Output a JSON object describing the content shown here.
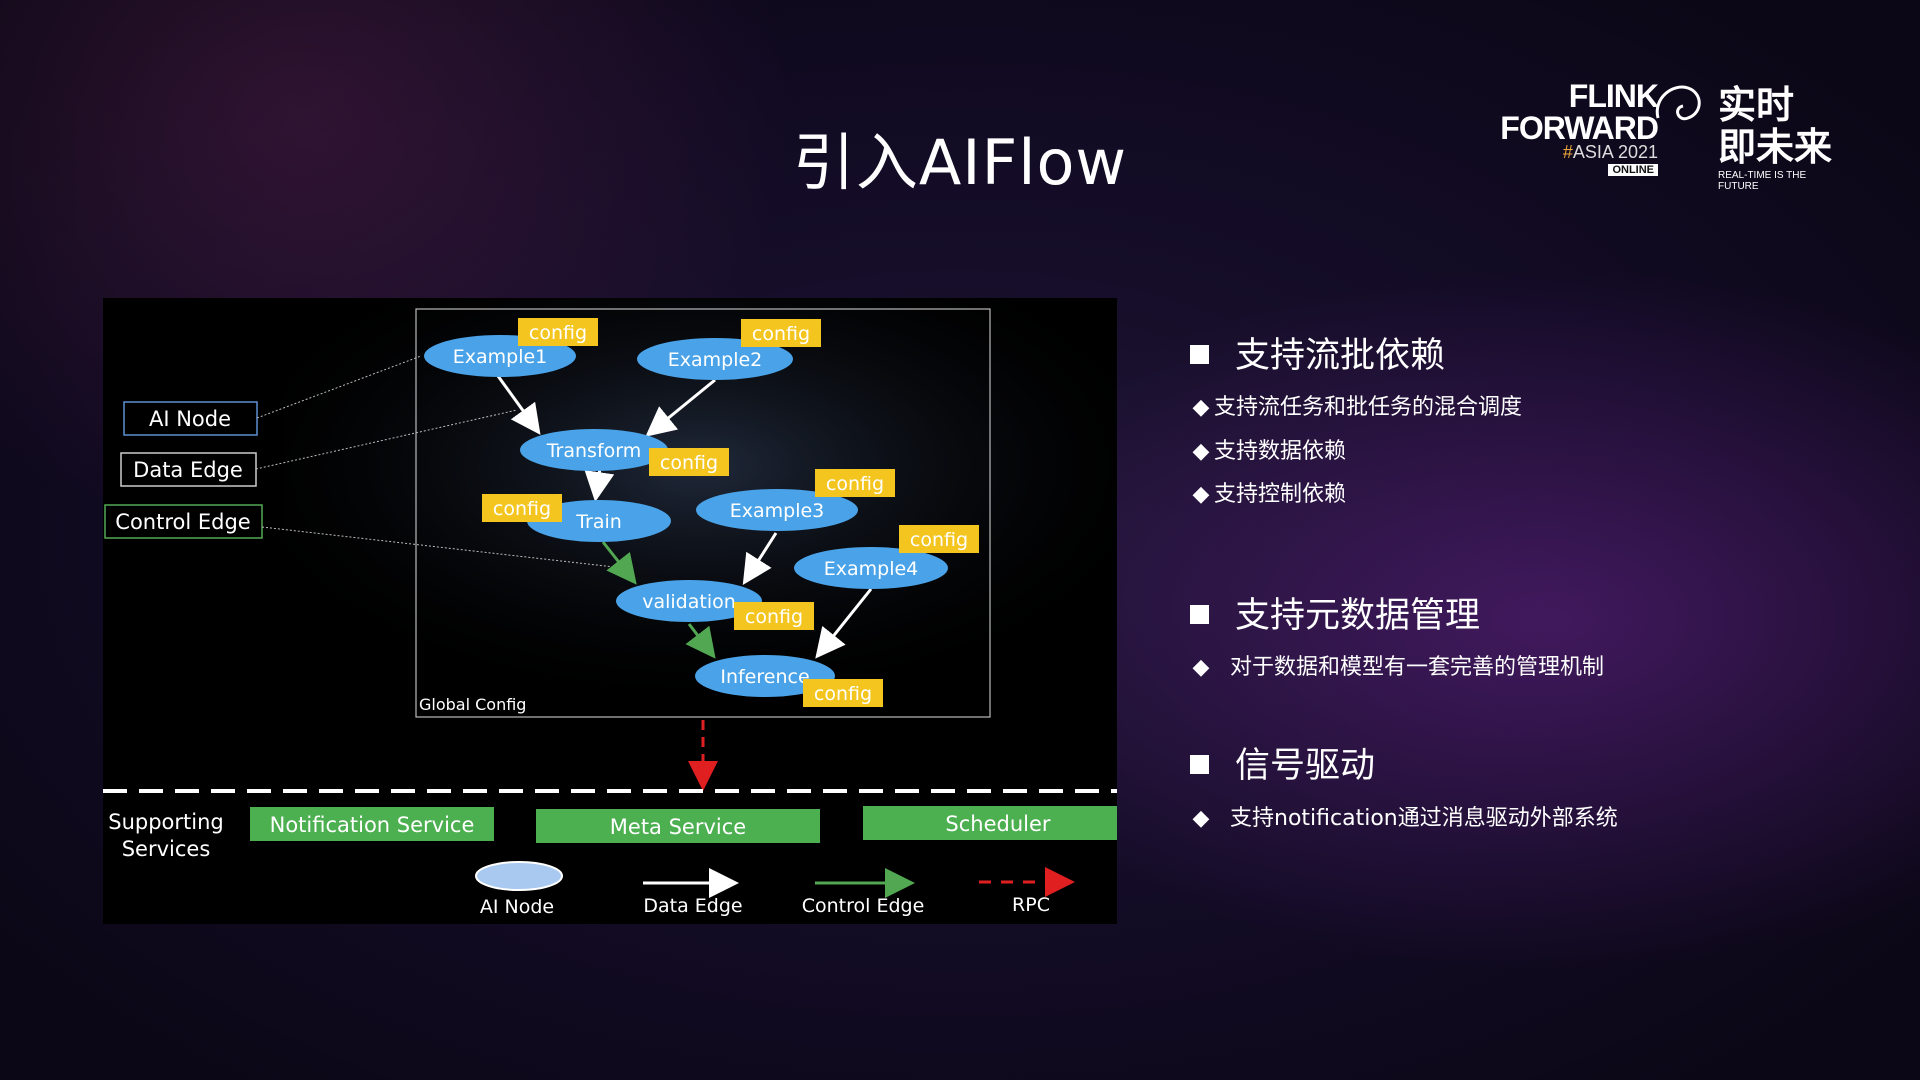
{
  "title": "引入AIFlow",
  "logo": {
    "line1": "FLINK",
    "line2": "FORWARD",
    "asia_hash": "#",
    "asia_text": "ASIA 2021",
    "online": "ONLINE",
    "cn_line1": "实时",
    "cn_line2": "即未来",
    "cn_sub": "REAL-TIME IS THE FUTURE"
  },
  "diagram": {
    "legend_boxes": {
      "ai_node": "AI Node",
      "data_edge": "Data Edge",
      "control_edge": "Control Edge"
    },
    "global_config": "Global Config",
    "nodes": {
      "example1": "Example1",
      "example2": "Example2",
      "transform": "Transform",
      "train": "Train",
      "example3": "Example3",
      "example4": "Example4",
      "validation": "validation",
      "inference": "Inference"
    },
    "config_label": "config",
    "supporting_line1": "Supporting",
    "supporting_line2": "Services",
    "services": {
      "notification": "Notification Service",
      "meta": "Meta Service",
      "scheduler": "Scheduler"
    },
    "legend": {
      "ai_node": "AI Node",
      "data_edge": "Data Edge",
      "control_edge": "Control Edge",
      "rpc": "RPC"
    },
    "colors": {
      "node": "#4aa3e8",
      "config": "#f4c51f",
      "service": "#4caf50",
      "control_edge": "#52a852",
      "rpc": "#e02020"
    }
  },
  "bullets": {
    "s1": {
      "title": "支持流批依赖",
      "items": [
        "支持流任务和批任务的混合调度",
        "支持数据依赖",
        "支持控制依赖"
      ]
    },
    "s2": {
      "title": "支持元数据管理",
      "items": [
        "对于数据和模型有一套完善的管理机制"
      ]
    },
    "s3": {
      "title": "信号驱动",
      "items": [
        "支持notification通过消息驱动外部系统"
      ]
    },
    "diamond": "◆"
  }
}
